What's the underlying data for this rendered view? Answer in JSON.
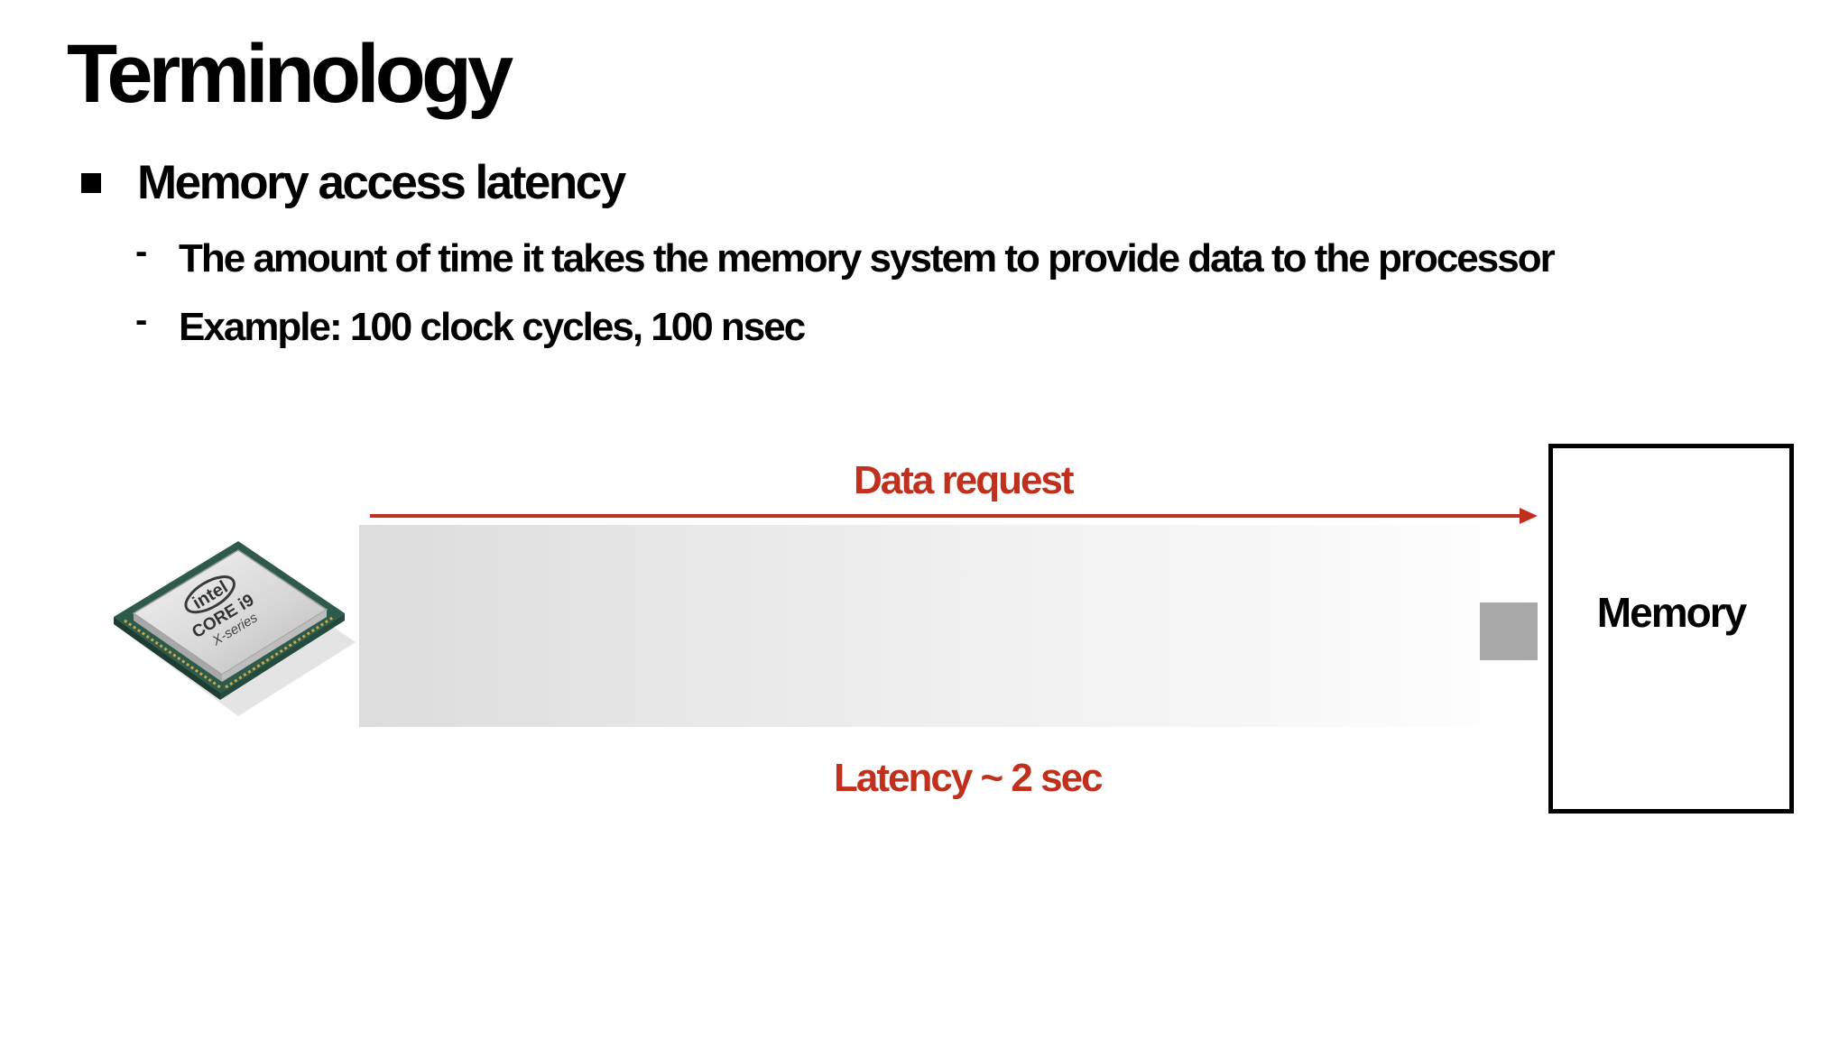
{
  "slide": {
    "title": "Terminology",
    "bullet": "Memory access latency",
    "sub_bullets": [
      "The amount of time it takes the memory system to provide data to the processor",
      "Example: 100 clock cycles, 100 nsec"
    ],
    "dash_symbol": "-"
  },
  "diagram": {
    "request_label": "Data request",
    "latency_label": "Latency ~ 2 sec",
    "memory_label": "Memory",
    "cpu_logo_text": [
      "intel",
      "CORE i9",
      "X-series"
    ],
    "colors": {
      "accent": "#c0301c",
      "band_start": "#dcdcdc",
      "data_block": "#a9a9a9"
    }
  }
}
